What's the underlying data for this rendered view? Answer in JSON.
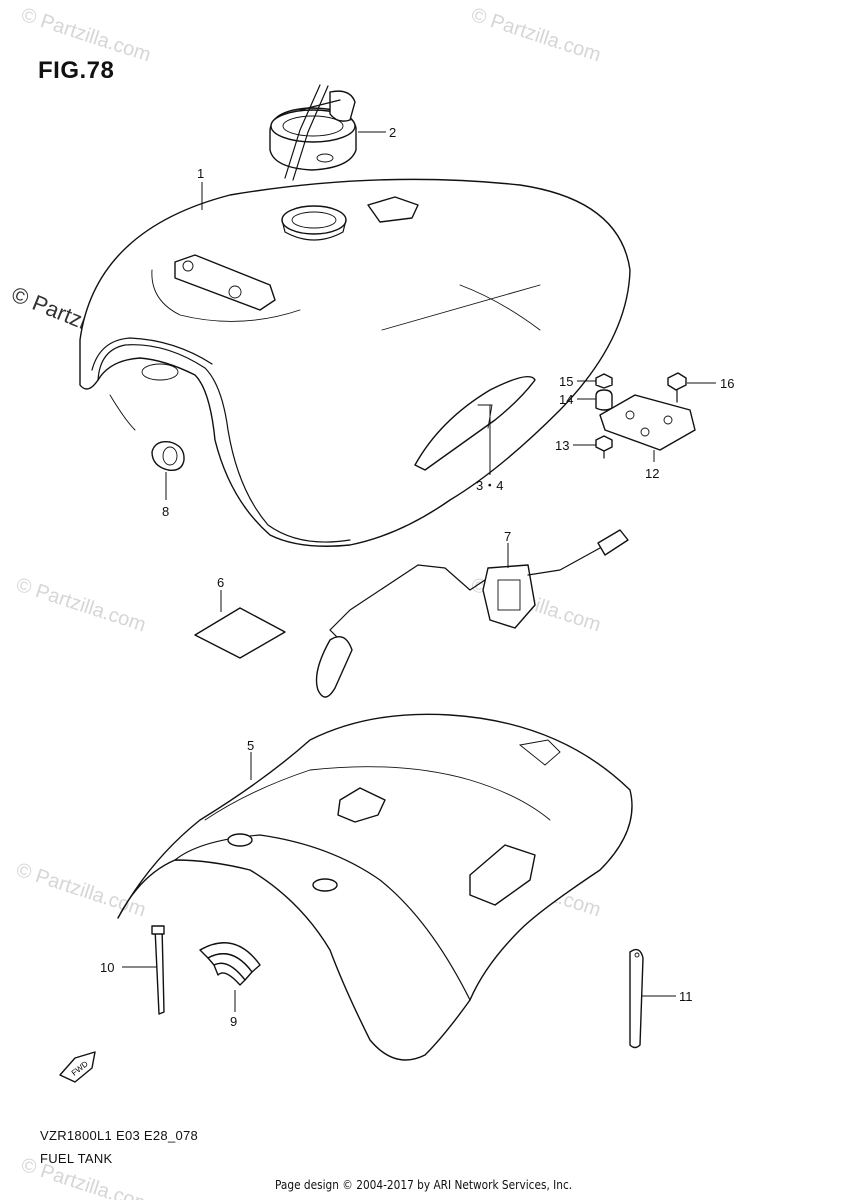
{
  "figure": {
    "title": "FIG.78",
    "model_code": "VZR1800L1 E03 E28_078",
    "caption": "FUEL TANK",
    "footer": "Page design © 2004-2017 by ARI Network Services, Inc."
  },
  "watermark": {
    "text": "© Partzilla.com"
  },
  "fwd_label": "FWD",
  "callouts": [
    "1",
    "2",
    "3・4",
    "5",
    "6",
    "7",
    "8",
    "9",
    "10",
    "11",
    "12",
    "13",
    "14",
    "15",
    "16"
  ]
}
